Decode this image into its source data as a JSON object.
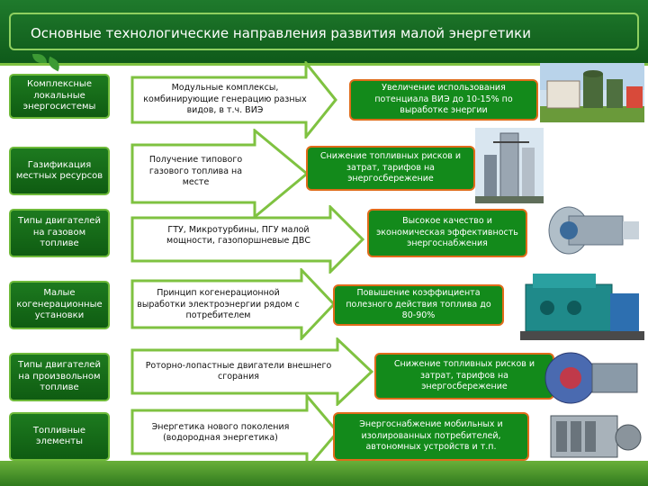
{
  "header": {
    "title": "Основные технологические направления развития малой энергетики"
  },
  "rows": [
    {
      "left": "Комплексные локальные энергосистемы",
      "middle": "Модульные комплексы, комбинирующие генерацию разных видов, в т.ч. ВИЭ",
      "right": "Увеличение использования потенциала ВИЭ до 10-15% по выработке энергии"
    },
    {
      "left": "Газификация местных ресурсов",
      "middle": "Получение типового газового топлива на месте",
      "right": "Снижение топливных рисков и затрат, тарифов на энергосбережение"
    },
    {
      "left": "Типы двигателей на газовом топливе",
      "middle": "ГТУ, Микротурбины, ПГУ малой мощности, газопоршневые ДВС",
      "right": "Высокое качество и экономическая эффективность энергоснабжения"
    },
    {
      "left": "Малые когенерационные установки",
      "middle": "Принцип когенерационной выработки электроэнергии рядом с потребителем",
      "right": "Повышение коэффициента полезного действия топлива до 80-90%"
    },
    {
      "left": "Типы двигателей на произвольном топливе",
      "middle": "Роторно-лопастные двигатели внешнего сгорания",
      "right": "Снижение топливных рисков и затрат, тарифов на энергосбережение"
    },
    {
      "left": "Топливные элементы",
      "middle": "Энергетика нового поколения (водородная энергетика)",
      "right": "Энергоснабжение мобильных и изолированных потребителей, автономных устройств и т.п."
    }
  ],
  "photos": [
    "biogas-plant-photo",
    "gasification-tower-photo",
    "turbine-photo",
    "cogeneration-unit-photo",
    "rotary-engine-photo",
    "fuel-cell-photo"
  ],
  "colors": {
    "header_green": "#1f7a2c",
    "box_green": "#138a1b",
    "accent_orange": "#e06b1a",
    "arrow_green": "#7fc241"
  }
}
